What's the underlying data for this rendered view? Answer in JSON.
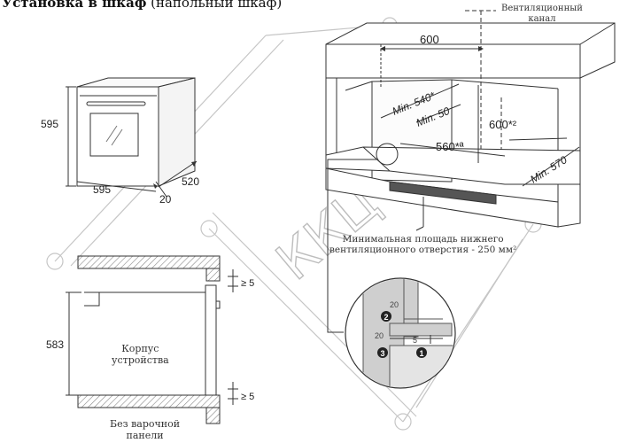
{
  "title": {
    "bold": "Установка в шкаф",
    "normal": "(напольный шкаф)"
  },
  "oven_view": {
    "height": "595",
    "width": "595",
    "depth": "520",
    "front_depth": "20"
  },
  "cabinet_view": {
    "vent_channel_label": [
      "Вентиляционный",
      "канал"
    ],
    "opening_width": "600",
    "min_depth_top": "Min. 540*",
    "min_gap": "Min. 50",
    "opening_height": "600*²",
    "inner_width": "560*ª",
    "min_depth_bottom": "Min. 570",
    "vent_area_note": [
      "Минимальная площадь нижнего",
      "вентиляционного отверстия - 250 мм²"
    ]
  },
  "side_view": {
    "height": "583",
    "gap_top": "≥ 5",
    "gap_bottom": "≥ 5",
    "body_label": [
      "Корпус",
      "устройства"
    ],
    "no_hob_label": [
      "Без варочной",
      "панели"
    ]
  },
  "detail_view": {
    "dim_vertical": "20",
    "dim_horizontal": "20",
    "dim_small": "5",
    "markers": [
      "1",
      "2",
      "3"
    ]
  },
  "watermark": "ККЦ",
  "colors": {
    "line": "#333333",
    "hatch": "#888888",
    "detail_fill": "#cfcfcf",
    "watermark": "#bdbdbd"
  }
}
